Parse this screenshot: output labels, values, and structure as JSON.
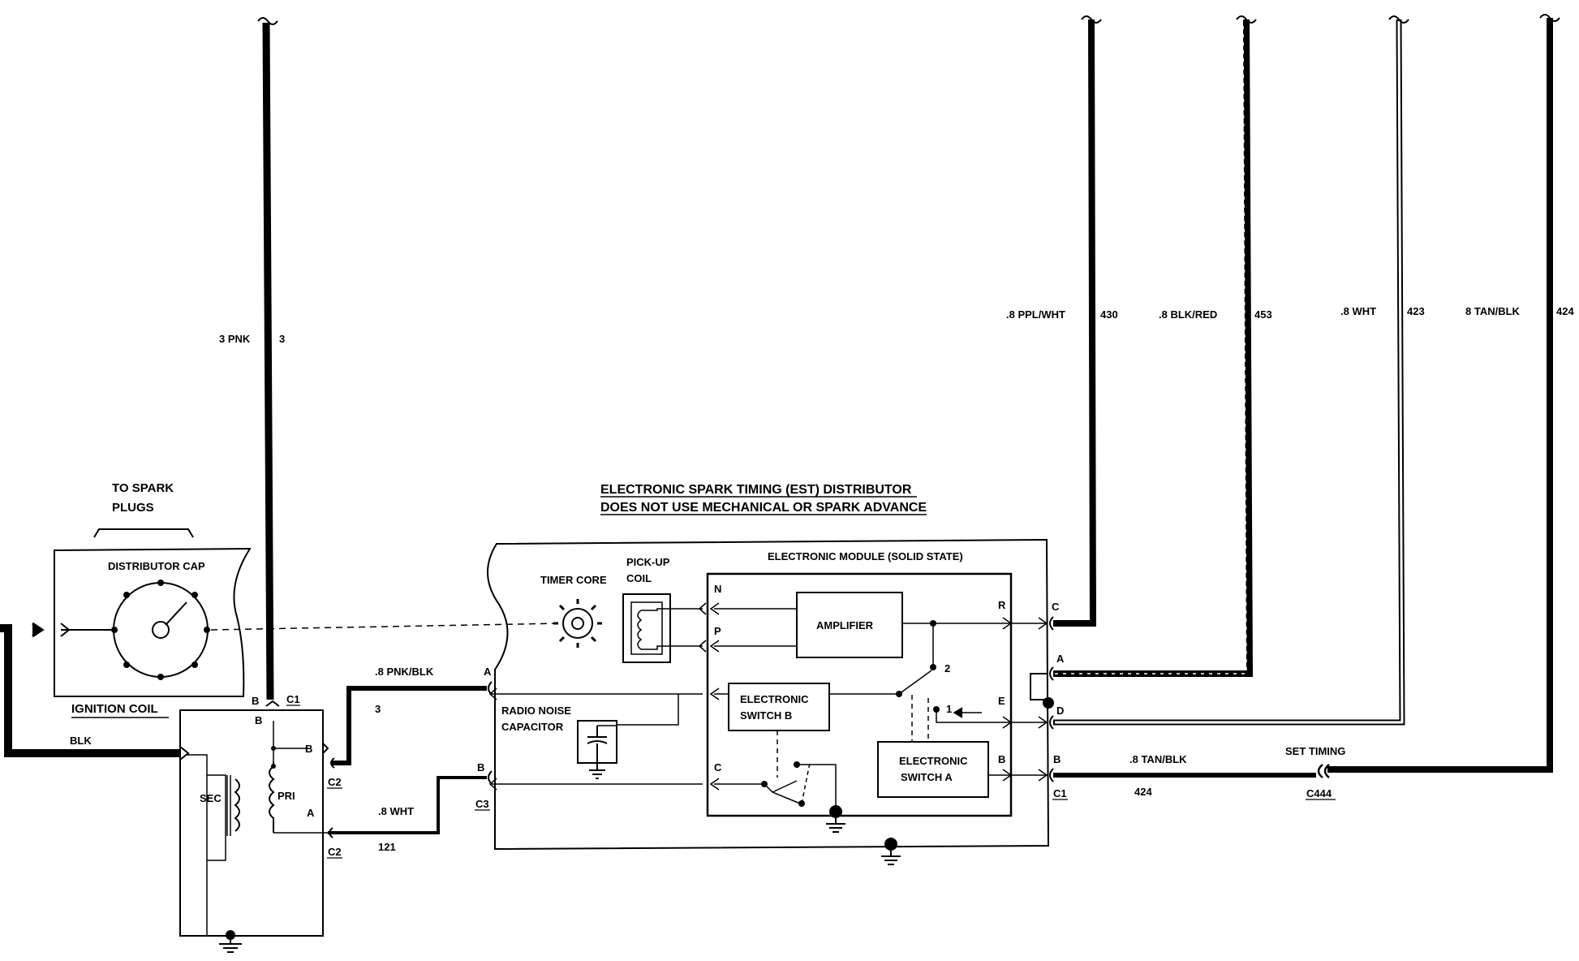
{
  "title": {
    "line1": "ELECTRONIC SPARK TIMING (EST) DISTRIBUTOR",
    "line2": "DOES NOT USE MECHANICAL OR SPARK ADVANCE"
  },
  "labels": {
    "to_spark_plugs_1": "TO SPARK",
    "to_spark_plugs_2": "PLUGS",
    "distributor_cap": "DISTRIBUTOR CAP",
    "ignition_coil": "IGNITION COIL",
    "sec": "SEC",
    "pri": "PRI",
    "timer_core": "TIMER CORE",
    "pickup_coil_1": "PICK-UP",
    "pickup_coil_2": "COIL",
    "electronic_module": "ELECTRONIC MODULE (SOLID STATE)",
    "amplifier": "AMPLIFIER",
    "switch_b_1": "ELECTRONIC",
    "switch_b_2": "SWITCH B",
    "switch_a_1": "ELECTRONIC",
    "switch_a_2": "SWITCH A",
    "radio_noise_1": "RADIO NOISE",
    "radio_noise_2": "CAPACITOR",
    "set_timing": "SET TIMING"
  },
  "connectors": {
    "c1": "C1",
    "c2": "C2",
    "c3": "C3",
    "c444": "C444"
  },
  "wires": {
    "pnk3": {
      "label": "3 PNK",
      "circuit": "3"
    },
    "blk": {
      "label": "BLK"
    },
    "pnk_blk": {
      "label": ".8 PNK/BLK",
      "circuit": "3"
    },
    "wht121": {
      "label": ".8 WHT",
      "circuit": "121"
    },
    "ppl_wht": {
      "label": ".8 PPL/WHT",
      "circuit": "430"
    },
    "blk_red": {
      "label": ".8 BLK/RED",
      "circuit": "453"
    },
    "wht423": {
      "label": ".8 WHT",
      "circuit": "423"
    },
    "tan_blk_top": {
      "label": "8 TAN/BLK",
      "circuit": "424"
    },
    "tan_blk": {
      "label": ".8 TAN/BLK",
      "circuit": "424"
    }
  },
  "pins": {
    "coil_b_top": "B",
    "coil_b_inner": "B",
    "coil_b_right": "B",
    "coil_a": "A",
    "dist_a": "A",
    "dist_b": "B",
    "mod_n": "N",
    "mod_p": "P",
    "mod_c": "C",
    "mod_r": "R",
    "mod_e": "E",
    "mod_b": "B",
    "sw_2": "2",
    "sw_1": "1",
    "out_c": "C",
    "out_a": "A",
    "out_d": "D",
    "out_b": "B"
  }
}
